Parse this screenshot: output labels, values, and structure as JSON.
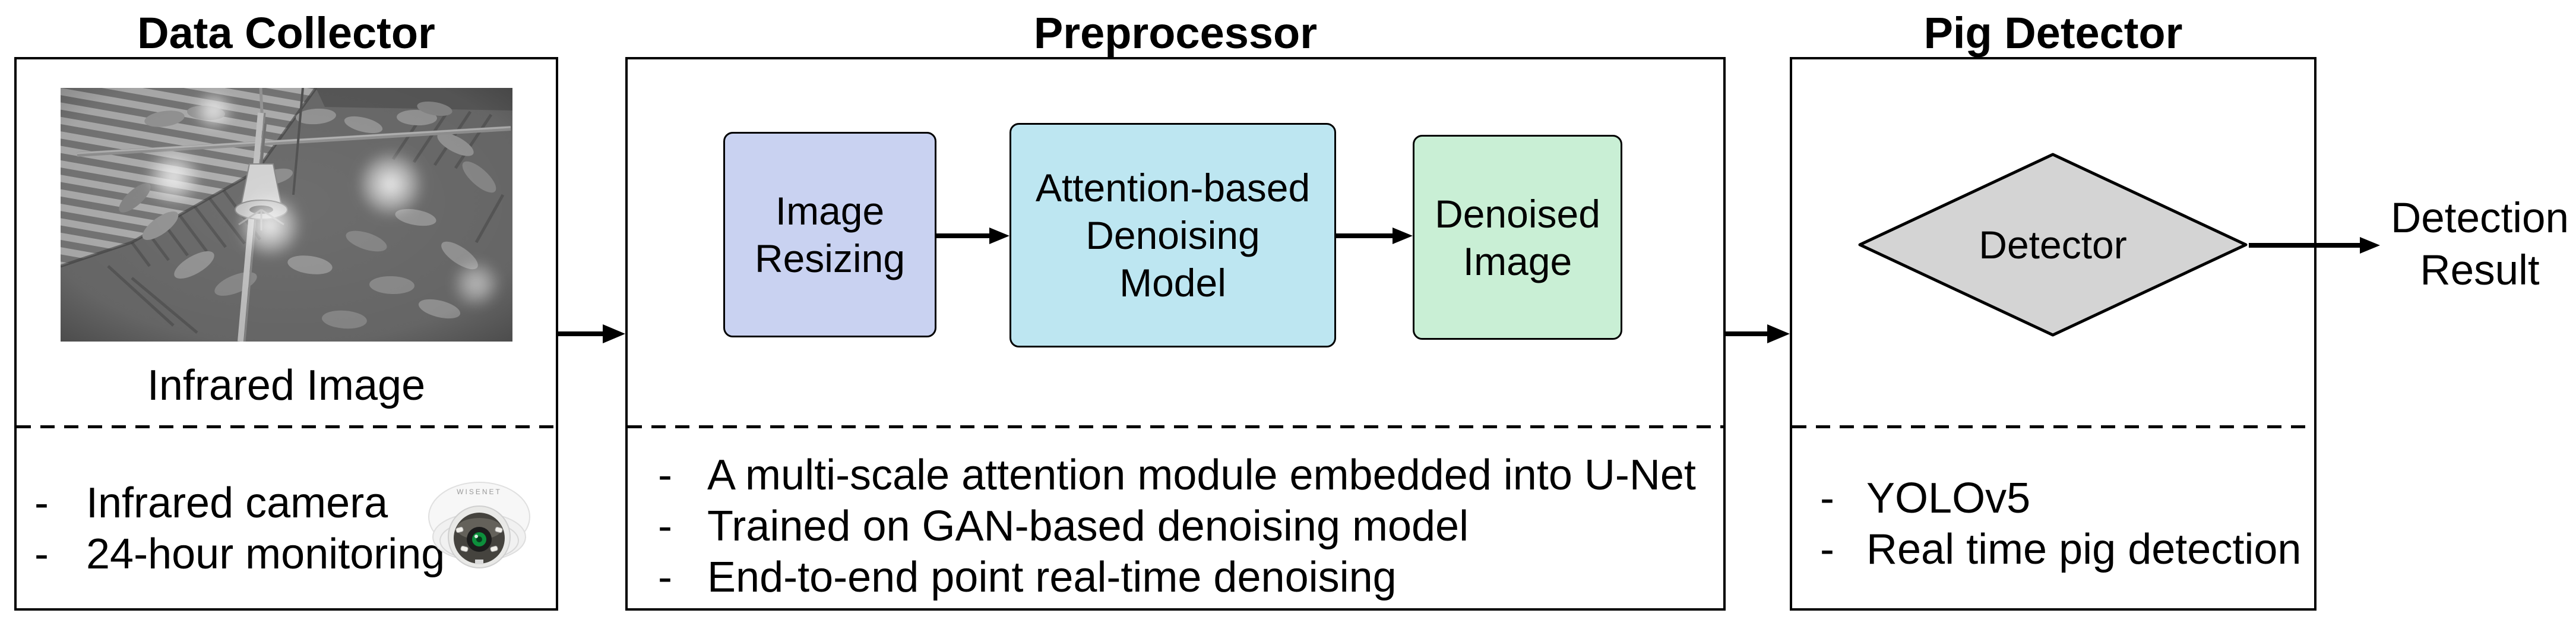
{
  "colors": {
    "resize_box_fill": "#c9d2f1",
    "denoise_box_fill": "#bde6f1",
    "denoised_box_fill": "#c9efd5",
    "diamond_fill": "#d4d4d4",
    "line_color": "#000000",
    "camera_lens_green": "#0d8f3c"
  },
  "data_collector": {
    "title": "Data Collector",
    "image_caption": "Infrared Image",
    "bullet_marker": "-",
    "bullets": [
      "Infrared camera",
      "24-hour monitoring"
    ],
    "camera_brand": "WISENET"
  },
  "preprocessor": {
    "title": "Preprocessor",
    "resize_box": {
      "lines": [
        "Image",
        "Resizing"
      ]
    },
    "denoise_box": {
      "lines": [
        "Attention-based",
        "Denoising",
        "Model"
      ]
    },
    "denoised_box": {
      "lines": [
        "Denoised",
        "Image"
      ]
    },
    "bullet_marker": "-",
    "bullets": [
      "A multi-scale attention module embedded into U-Net",
      "Trained on GAN-based denoising model",
      "End-to-end point real-time denoising"
    ]
  },
  "pig_detector": {
    "title": "Pig Detector",
    "diamond_label": "Detector",
    "bullet_marker": "-",
    "bullets": [
      "YOLOv5",
      "Real time pig detection"
    ]
  },
  "output": {
    "lines": [
      "Detection",
      "Result"
    ]
  }
}
